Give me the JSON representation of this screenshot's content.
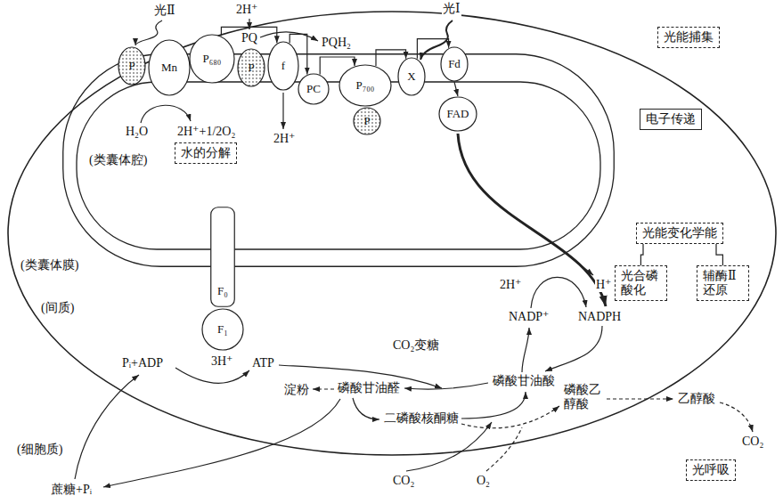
{
  "diagram": {
    "nodes": [
      {
        "text": [
          "(间质)"
        ]
      },
      {
        "text": [
          "(类囊体腔)"
        ],
        "in": 0
      },
      {
        "text": [
          "P"
        ],
        "in": 1
      },
      {
        "text": [
          "Mn"
        ],
        "in": 1
      },
      {
        "text": [
          "P₆₈₀"
        ],
        "in": 1
      },
      {
        "text": [
          "P"
        ],
        "in": 1
      },
      {
        "text": [
          "f"
        ],
        "in": 1
      },
      {
        "text": [
          "PC"
        ],
        "in": 1
      },
      {
        "text": [
          "P₇₀₀"
        ],
        "in": 1
      },
      {
        "text": [
          "P"
        ],
        "in": 1
      },
      {
        "text": [
          "X"
        ],
        "in": 1
      },
      {
        "text": [
          "Fd"
        ],
        "in": 1
      },
      {
        "text": [
          "FAD"
        ],
        "in": 1
      },
      {
        "text": [
          "F₀"
        ],
        "in": 1
      },
      {
        "text": [
          "F₁"
        ],
        "in": 0
      },
      {
        "text": [
          "光能捕集"
        ]
      },
      {
        "text": [
          "电子传递"
        ],
        "in": 0
      },
      {
        "text": [
          "水的分解"
        ],
        "in": 1
      },
      {
        "text": [
          "光能变化学能"
        ],
        "in": 0
      },
      {
        "text": [
          "光合磷酸化"
        ],
        "in": 0
      },
      {
        "text": [
          "辅酶Ⅱ还原"
        ],
        "in": 0
      },
      {
        "text": [
          "光呼吸"
        ]
      }
    ],
    "edges": [
      {
        "from": 4,
        "to": 6,
        "arrow": "to"
      },
      {
        "from": 6,
        "to": 7,
        "arrow": "to"
      },
      {
        "from": 7,
        "to": 8,
        "arrow": "to"
      },
      {
        "from": 8,
        "to": 10,
        "arrow": "to"
      },
      {
        "from": 10,
        "to": 11,
        "arrow": "to"
      },
      {
        "from": 11,
        "to": 12,
        "arrow": "to"
      },
      {
        "from": 18,
        "to": 19,
        "arrow": "none"
      },
      {
        "from": 18,
        "to": 20,
        "arrow": "none"
      }
    ],
    "labels": [
      "光Ⅱ",
      "2H⁺",
      "PQ",
      "PQH₂",
      "光Ⅰ",
      "(类囊体膜)",
      "H₂O",
      "2H⁺+1/2O₂",
      "2H⁺",
      "Pᵢ+ADP",
      "3H⁺",
      "ATP",
      "2H⁺",
      "H⁺",
      "NADP⁺",
      "NADPH",
      "CO₂变糖",
      "淀粉",
      "磷酸甘油醛",
      "磷酸甘油酸",
      "二磷酸核酮糖",
      "磷酸乙醇酸",
      "乙醇酸",
      "CO₂",
      "(细胞质)",
      "蔗糖+Pᵢ",
      "CO₂",
      "O₂"
    ]
  }
}
